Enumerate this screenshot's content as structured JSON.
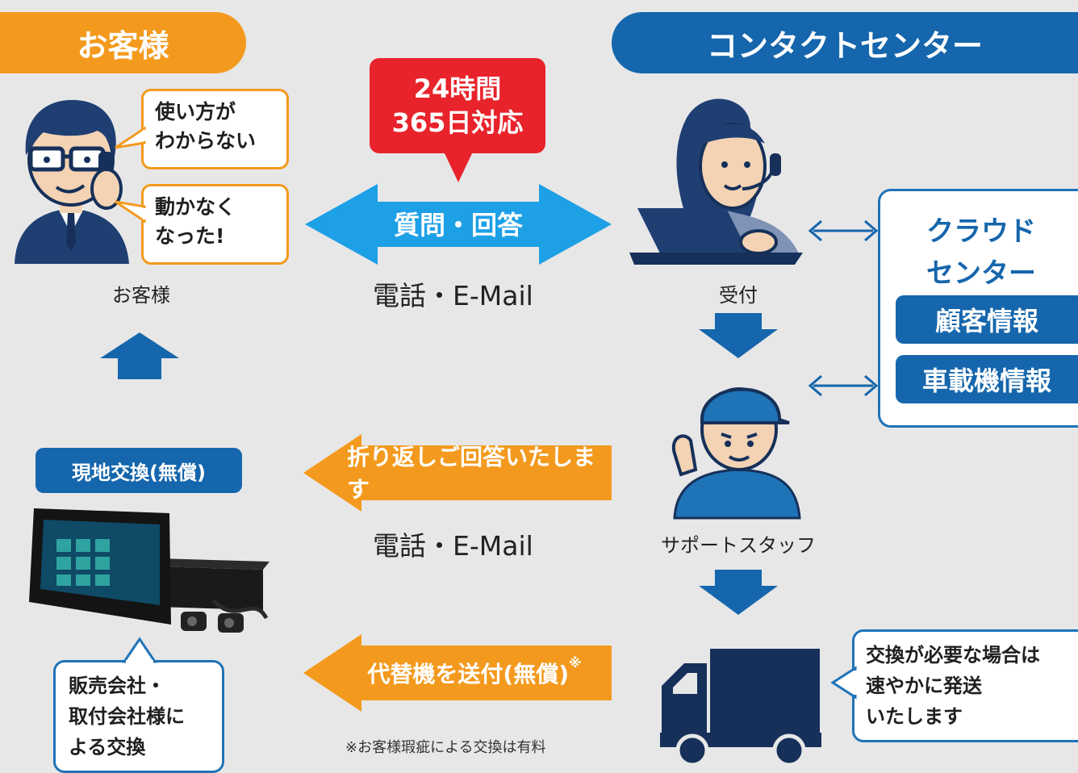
{
  "header": {
    "customer": "お客様",
    "contact_center": "コンタクトセンター"
  },
  "badge_24h": {
    "line1": "24時間",
    "line2": "365日対応"
  },
  "customer_bubbles": {
    "b1_line1": "使い方が",
    "b1_line2": "わからない",
    "b2_line1": "動かなく",
    "b2_line2": "なった!"
  },
  "customer_label": "お客様",
  "qa_arrow": {
    "label": "質問・回答",
    "channel": "電話・E-Mail"
  },
  "reception_label": "受付",
  "cloud": {
    "title1": "クラウド",
    "title2": "センター",
    "item1": "顧客情報",
    "item2": "車載機情報"
  },
  "support_label": "サポートスタッフ",
  "reply_arrow": {
    "label": "折り返しご回答いたします",
    "channel": "電話・E-Mail"
  },
  "onsite_tag": "現地交換(無償)",
  "dealer_bubble": {
    "line1": "販売会社・",
    "line2": "取付会社様に",
    "line3": "よる交換"
  },
  "replace_arrow": {
    "label": "代替機を送付(無償)",
    "mark": "※",
    "note": "※お客様瑕疵による交換は有料"
  },
  "shipping_bubble": {
    "line1": "交換が必要な場合は",
    "line2": "速やかに発送",
    "line3": "いたします"
  },
  "colors": {
    "orange": "#f39a1e",
    "blue": "#1566ac",
    "light_blue": "#1da0e6",
    "red": "#e8232b",
    "navy": "#1f3f73",
    "bg": "#e7e7e8"
  }
}
